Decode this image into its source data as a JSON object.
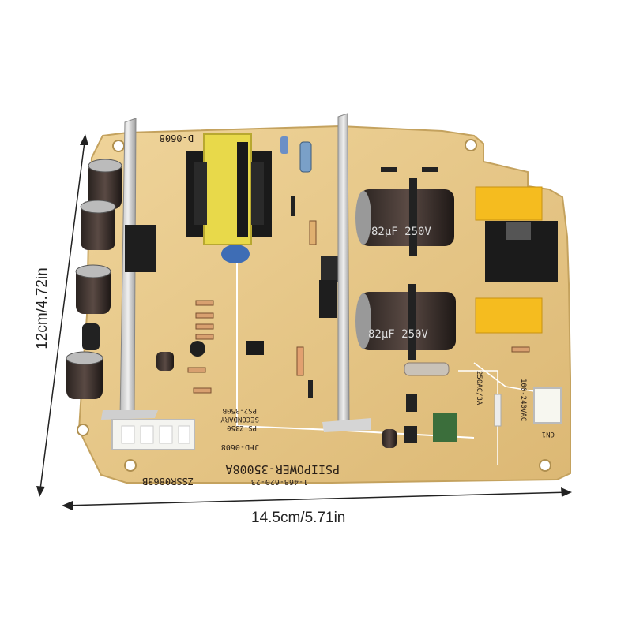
{
  "image": {
    "subject": "power-supply-circuit-board",
    "background_color": "#ffffff",
    "board_color": "#e8c98a",
    "silkscreen_color": "#ffffff"
  },
  "dimensions": {
    "height_label": "12cm/4.72in",
    "width_label": "14.5cm/5.71in"
  },
  "board_text": {
    "model": "PSIIPOWER-35008A",
    "part_number": "1-468-620-23",
    "code_left": "ZSSR0863B",
    "ref_top": "D-0608",
    "ref_mid": "JFD-0608",
    "secondary_lines": [
      "PS-Z350",
      "SECONDARY",
      "PS2-350B"
    ],
    "cap_label_1": "82µF 250V",
    "cap_label_2": "82µF 250V",
    "fuse_label": "250AC/3A",
    "input_label": "100-240VAC",
    "connector_label": "CN1"
  }
}
